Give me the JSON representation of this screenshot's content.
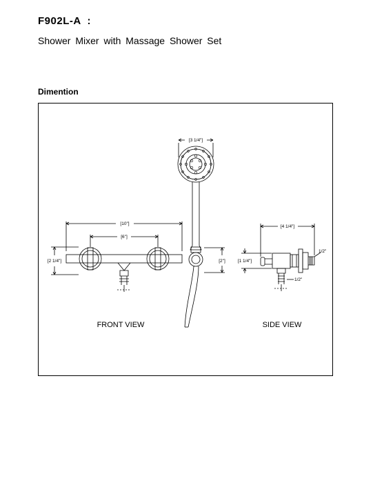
{
  "header": {
    "model": "F902L-A  :",
    "subtitle": "Shower Mixer with Massage Shower Set"
  },
  "section_title": "Dimention",
  "dimensions": {
    "head_width": "[3 1/4\"]",
    "overall_width": "[10\"]",
    "center_distance": "[6\"]",
    "front_height": "[2 1/4\"]",
    "bracket_height": "[2\"]",
    "side_depth": "[4 1/4\"]",
    "side_height": "[1 1/4\"]",
    "outlet_thread": "1/2\"",
    "inlet_thread": "1/2\""
  },
  "views": {
    "front": "FRONT VIEW",
    "side": "SIDE VIEW"
  }
}
